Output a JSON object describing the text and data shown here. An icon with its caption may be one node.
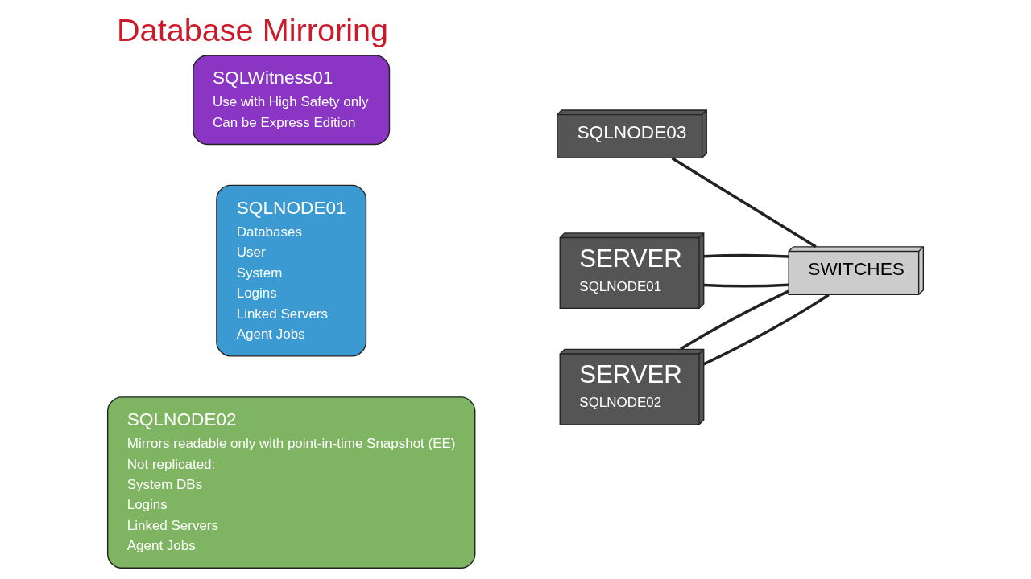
{
  "diagram": {
    "title": "Database Mirroring",
    "nodes": [
      {
        "text": [
          "SQLNODE01",
          "Databases",
          "User",
          "System",
          "Logins",
          "Linked Servers",
          "Agent Jobs"
        ]
      },
      {
        "text": [
          "SERVER",
          "SQLNODE01"
        ]
      },
      {
        "text": [
          "SQLNODE02",
          "Mirrors readable only with point-in-time Snapshot (EE)",
          "Not replicated:",
          "System DBs",
          "Logins",
          "Linked Servers",
          "Agent Jobs"
        ]
      },
      {
        "text": [
          "SERVER",
          "SQLNODE02"
        ]
      },
      {
        "text": [
          "SQLWitness01",
          "Use with High Safety only",
          "Can be Express Edition"
        ]
      },
      {
        "text": [
          "SQLNODE03"
        ]
      },
      {
        "text": [
          "SWITCHES"
        ]
      }
    ],
    "edges": [
      {
        "from": 1,
        "to": 6,
        "arrow": "none"
      },
      {
        "from": 1,
        "to": 6,
        "arrow": "none"
      },
      {
        "from": 3,
        "to": 6,
        "arrow": "none"
      },
      {
        "from": 3,
        "to": 6,
        "arrow": "none"
      },
      {
        "from": 5,
        "to": 6,
        "arrow": "none"
      }
    ]
  }
}
